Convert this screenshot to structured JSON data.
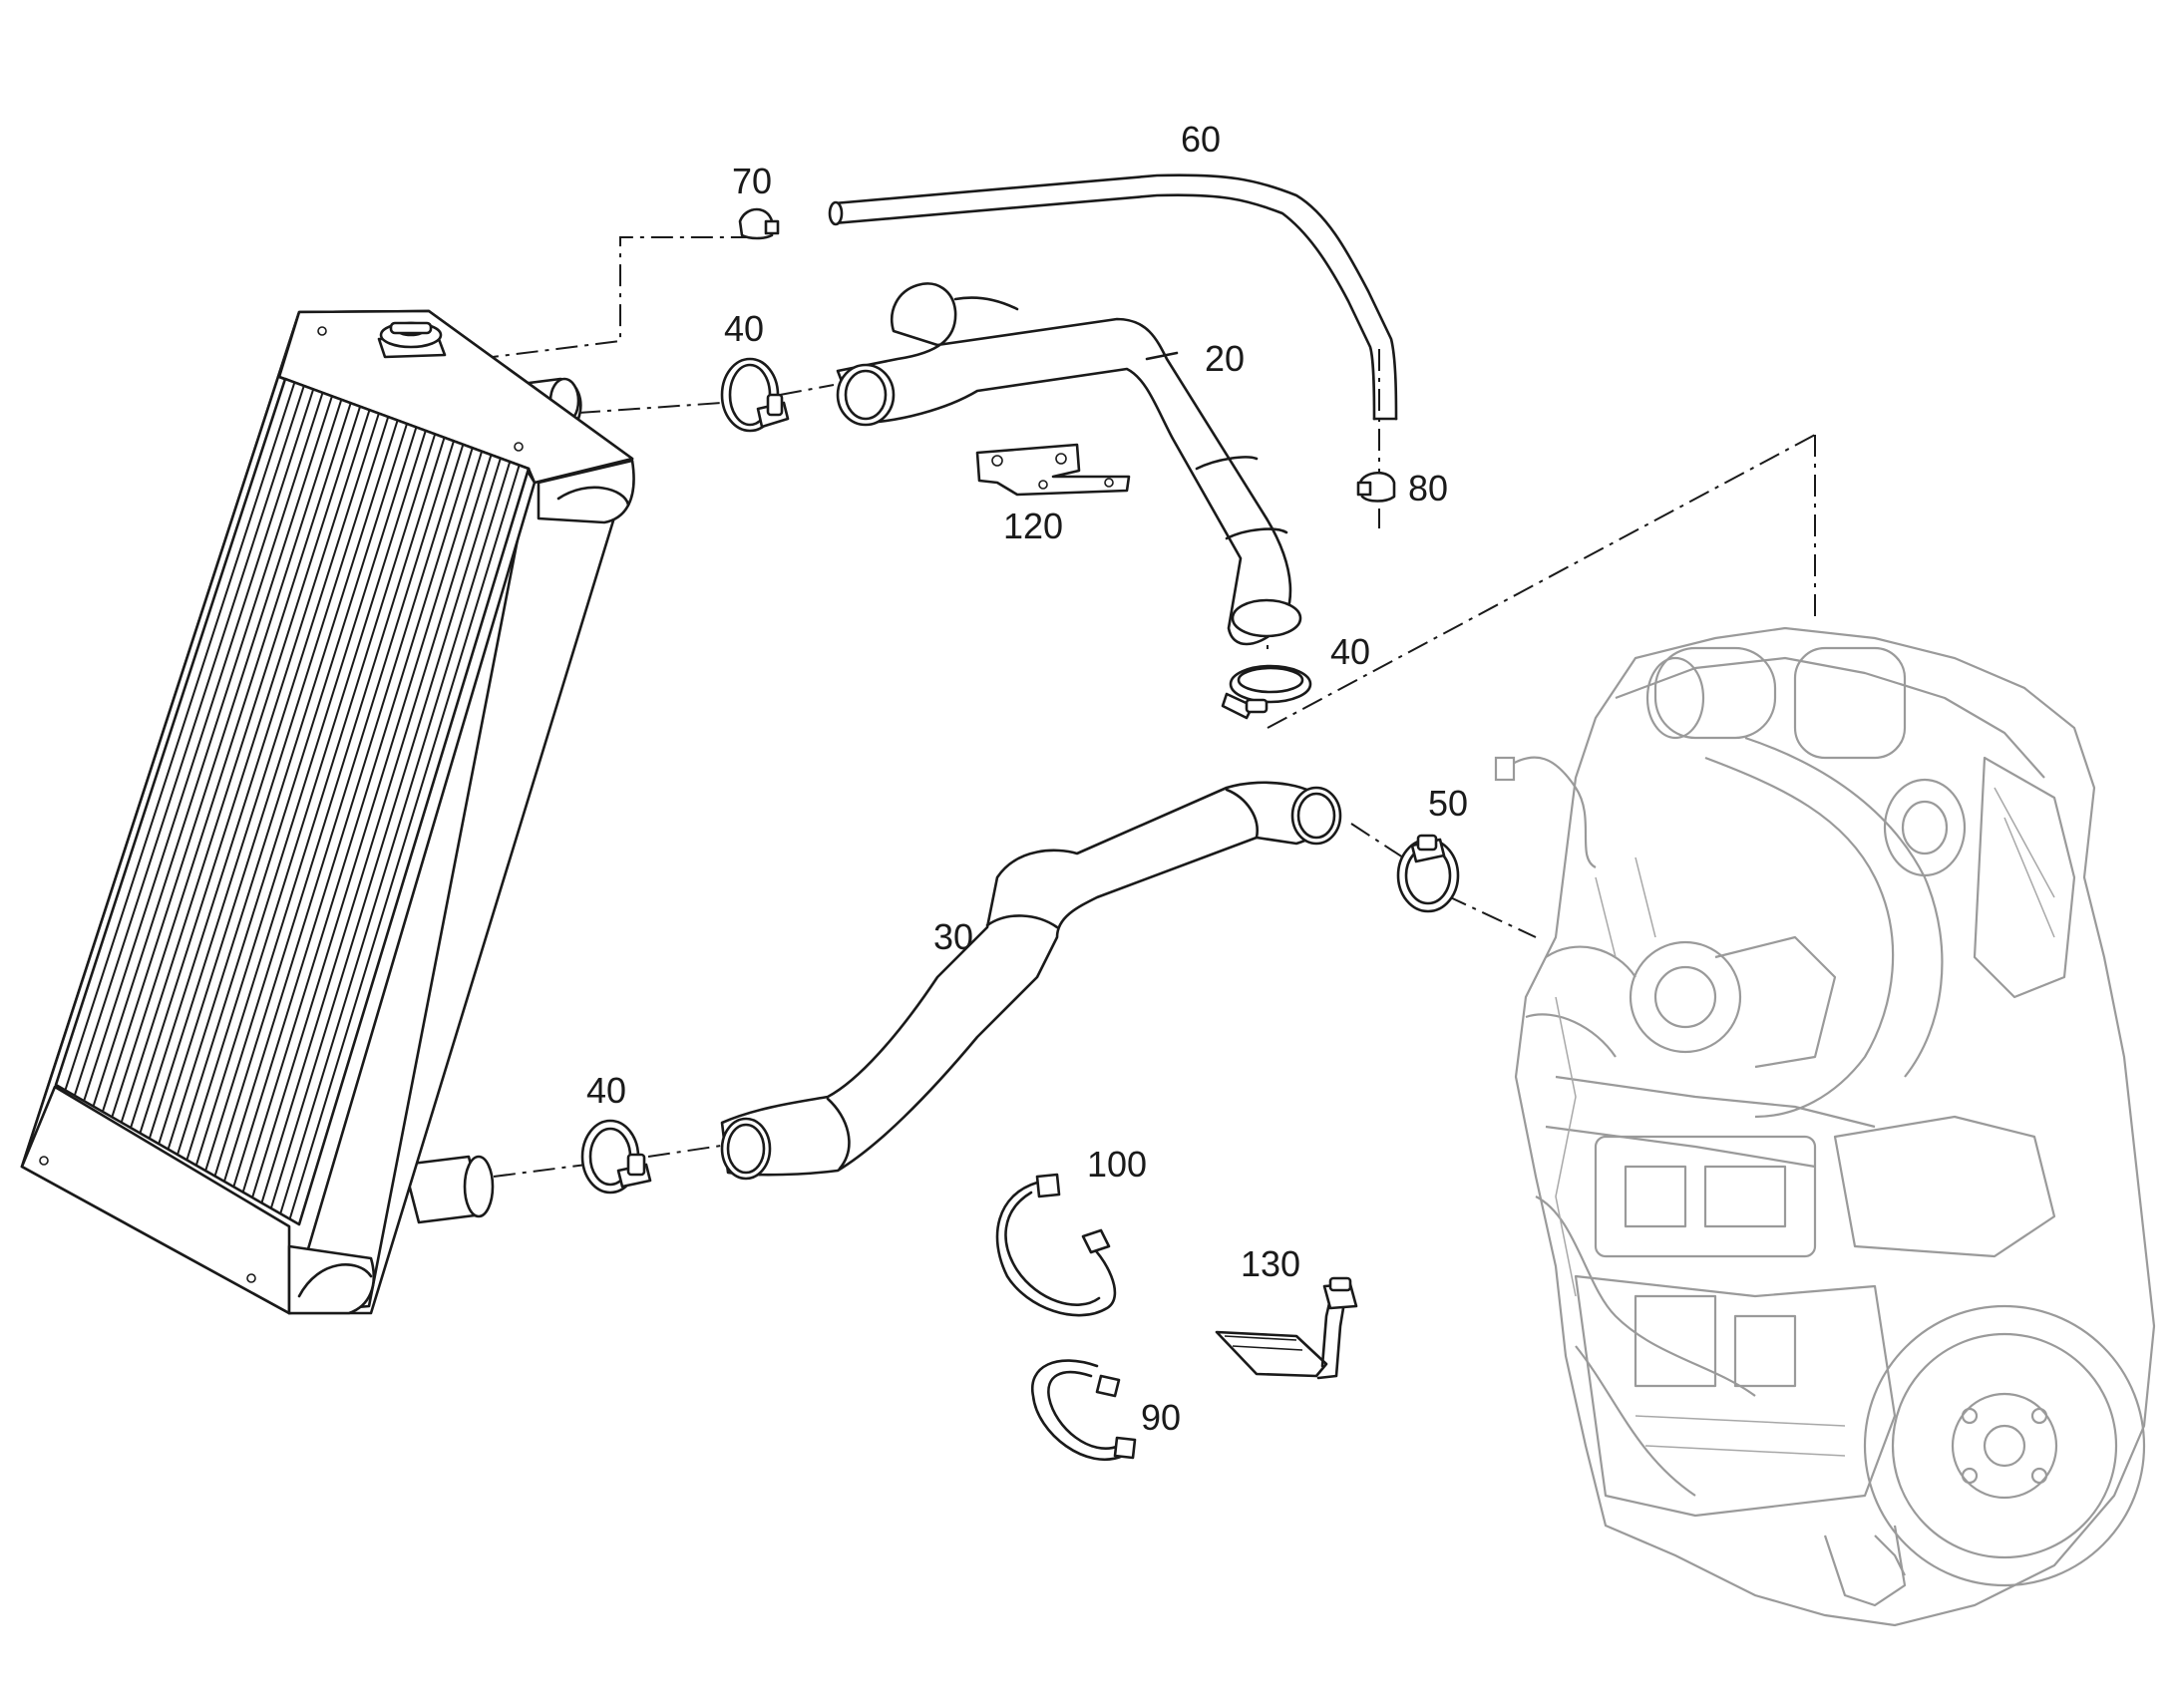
{
  "diagram": {
    "callouts": {
      "c60": "60",
      "c70": "70",
      "c40_top": "40",
      "c20": "20",
      "c80": "80",
      "c120": "120",
      "c40_mid": "40",
      "c50": "50",
      "c30": "30",
      "c40_bottom": "40",
      "c100": "100",
      "c130": "130",
      "c90": "90"
    }
  }
}
